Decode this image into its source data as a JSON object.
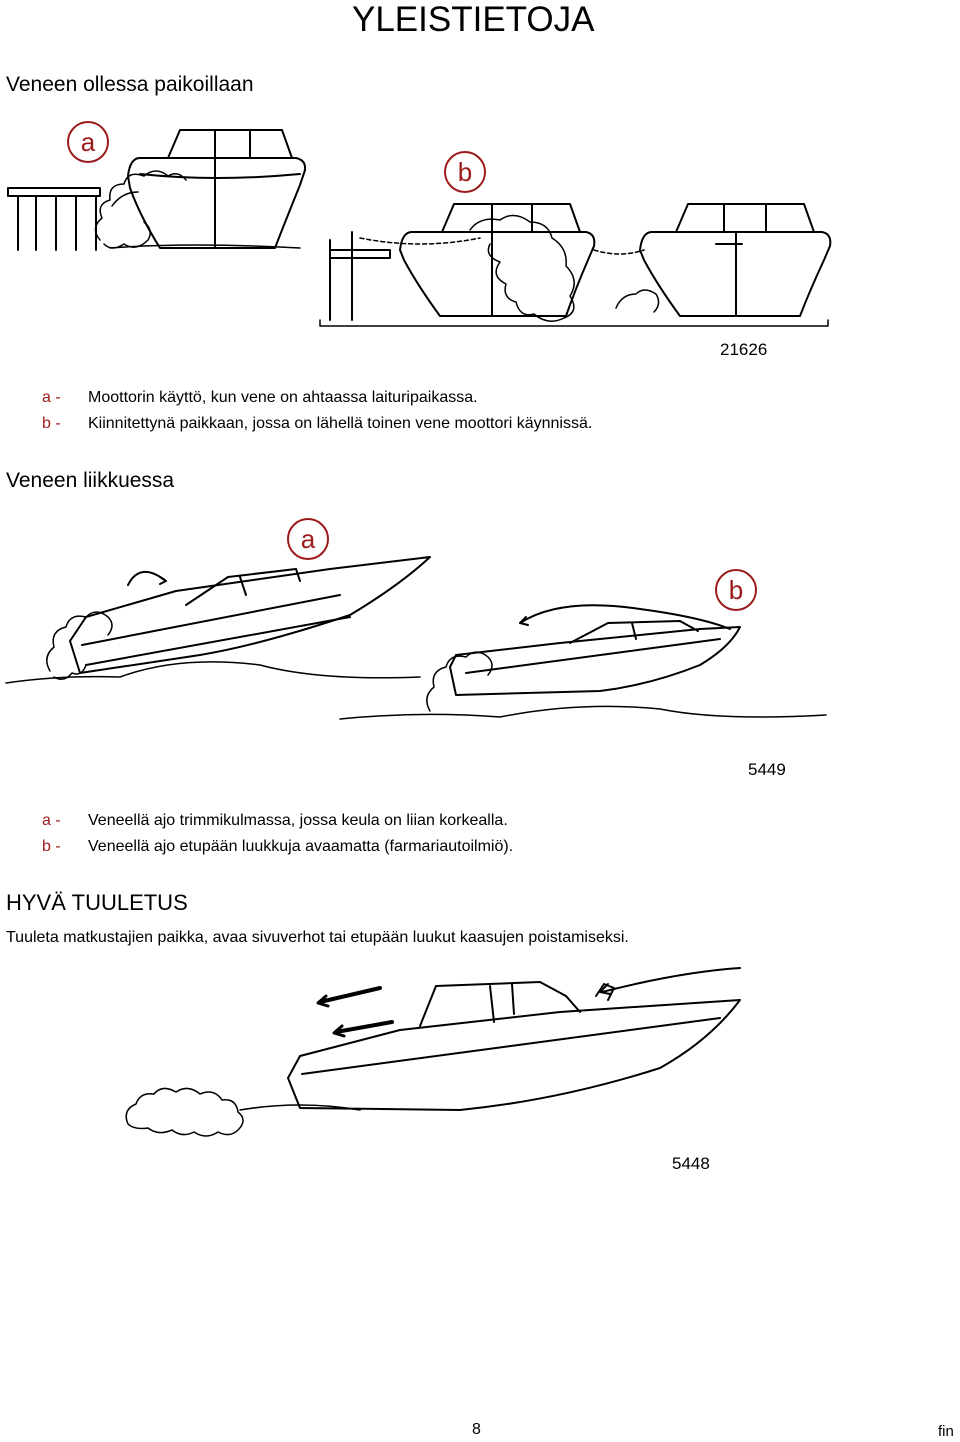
{
  "header": {
    "title": "YLEISTIETOJA"
  },
  "section1": {
    "title": "Veneen ollessa paikoillaan",
    "callout_a": "a",
    "callout_b": "b",
    "figure_number": "21626",
    "legend": [
      {
        "key": "a -",
        "text": "Moottorin käyttö, kun vene on ahtaassa laituripaikassa."
      },
      {
        "key": "b -",
        "text": "Kiinnitettynä paikkaan, jossa on lähellä toinen vene moottori käynnissä."
      }
    ]
  },
  "section2": {
    "title": "Veneen liikkuessa",
    "callout_a": "a",
    "callout_b": "b",
    "figure_number": "5449",
    "legend": [
      {
        "key": "a -",
        "text": "Veneellä ajo trimmikulmassa, jossa keula on liian korkealla."
      },
      {
        "key": "b -",
        "text": "Veneellä ajo etupään luukkuja avaamatta (farmariautoilmiö)."
      }
    ]
  },
  "section3": {
    "title": "HYVÄ TUULETUS",
    "intro": "Tuuleta matkustajien paikka, avaa sivuverhot tai etupään luukut kaasujen poistamiseksi.",
    "figure_number": "5448"
  },
  "footer": {
    "page_number": "8",
    "language": "fin"
  },
  "colors": {
    "callout": "#9b1b1b",
    "ink": "#000000"
  }
}
